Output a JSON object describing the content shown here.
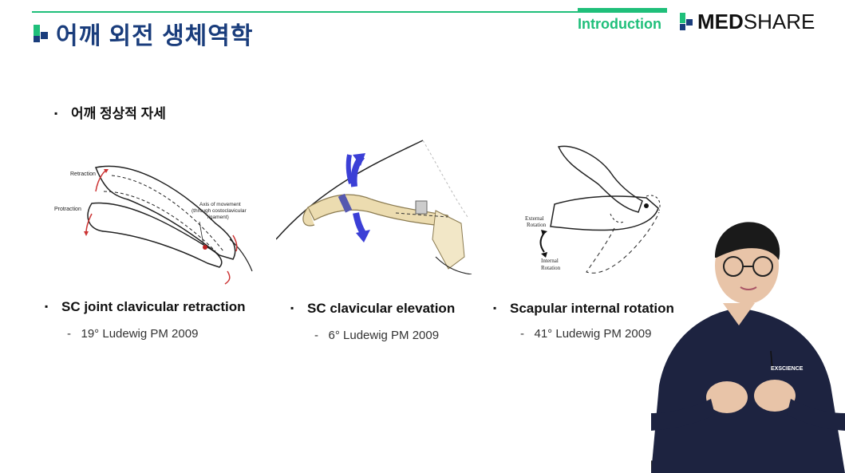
{
  "header": {
    "title": "어깨 외전 생체역학",
    "section": "Introduction",
    "logo_bold": "MED",
    "logo_rest": "SHARE"
  },
  "main": {
    "heading": "어깨 정상적 자세",
    "figures": [
      {
        "label": "SC joint clavicular retraction",
        "detail": "19° Ludewig PM 2009",
        "annotations": {
          "retraction": "Retraction",
          "protraction": "Protraction",
          "axis1": "Axis of movement",
          "axis2": "(through costoclavicular",
          "axis3": "ligament)"
        }
      },
      {
        "label": "SC clavicular elevation",
        "detail": "6° Ludewig PM 2009"
      },
      {
        "label": "Scapular internal rotation",
        "detail": "41° Ludewig PM 2009",
        "annotations": {
          "external1": "External",
          "external2": "Rotation",
          "internal1": "Internal",
          "internal2": "Rotation"
        }
      }
    ]
  },
  "presenter": {
    "shirt_text": "EXSCIENCE"
  },
  "colors": {
    "brand_green": "#1fbf7a",
    "brand_navy": "#1a3d7c"
  }
}
